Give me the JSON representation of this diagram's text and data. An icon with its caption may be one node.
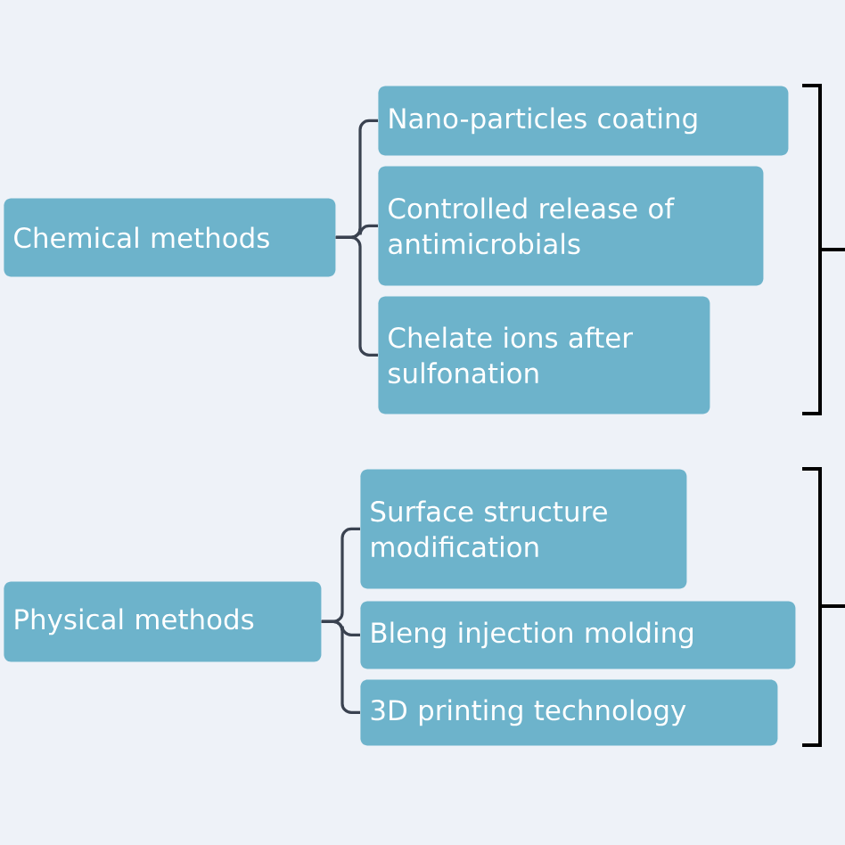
{
  "diagram": {
    "nodes": [
      {
        "text": [
          "Chemical methods"
        ]
      },
      {
        "text": [
          "Nano-particles coating"
        ]
      },
      {
        "text": [
          "Controlled release of antimicrobials"
        ]
      },
      {
        "text": [
          "Chelate ions after sulfonation"
        ]
      },
      {
        "text": [
          "Physical methods"
        ]
      },
      {
        "text": [
          "Surface structure modification"
        ]
      },
      {
        "text": [
          "Bleng injection molding"
        ]
      },
      {
        "text": [
          "3D printing technology"
        ]
      }
    ],
    "edges": [
      {
        "from": 0,
        "to": 1,
        "arrow": "none"
      },
      {
        "from": 0,
        "to": 2,
        "arrow": "none"
      },
      {
        "from": 0,
        "to": 3,
        "arrow": "none"
      },
      {
        "from": 4,
        "to": 5,
        "arrow": "none"
      },
      {
        "from": 4,
        "to": 6,
        "arrow": "none"
      },
      {
        "from": 4,
        "to": 7,
        "arrow": "none"
      }
    ]
  }
}
